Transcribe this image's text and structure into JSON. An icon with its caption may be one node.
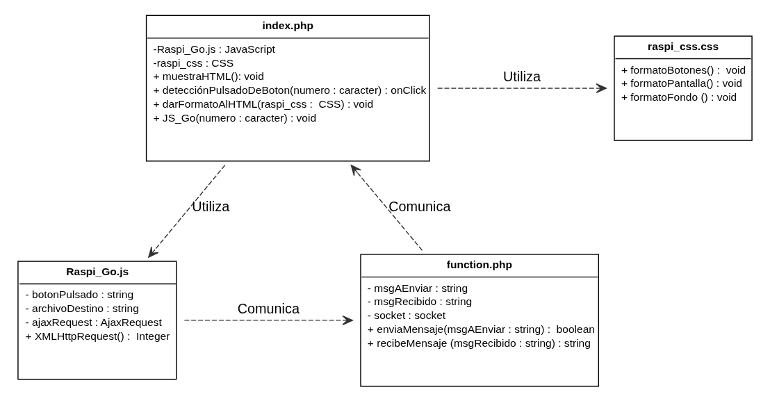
{
  "diagram": {
    "nodes": [
      {
        "text": [
          "raspi_css.css",
          "+ formatoBotones() :  void",
          "+ formatoPantalla() : void",
          "+ formatoFondo () : void"
        ]
      },
      {
        "text": [
          "index.php",
          "-Raspi_Go.js : JavaScript",
          "-raspi_css : CSS",
          "+ muestraHTML(): void",
          "+ detecciónPulsadoDeBoton(numero : caracter) : onClick",
          "+ darFormatoAlHTML(raspi_css :  CSS) : void",
          "+ JS_Go(numero : caracter) : void"
        ]
      },
      {
        "text": [
          "function.php",
          "- msgAEnviar : string",
          "- msgRecibido : string",
          "- socket : socket",
          "+ enviaMensaje(msgAEnviar : string) :  boolean",
          "+ recibeMensaje (msgRecibido : string) : string"
        ]
      },
      {
        "text": [
          "Raspi_Go.js",
          "- botonPulsado : string",
          "- archivoDestino : string",
          "- ajaxRequest : AjaxRequest",
          "+ XMLHttpRequest() :  Integer"
        ]
      }
    ],
    "edges": [
      {
        "from": 1,
        "to": 0,
        "arrow": "to",
        "label": "Utiliza",
        "style": "dashed"
      },
      {
        "from": 2,
        "to": 1,
        "arrow": "to",
        "label": "Comunica",
        "style": "dashed"
      },
      {
        "from": 1,
        "to": 3,
        "arrow": "to",
        "label": "Utiliza",
        "style": "dashed"
      },
      {
        "from": 3,
        "to": 2,
        "arrow": "to",
        "label": "Comunica",
        "style": "dashed"
      }
    ]
  }
}
